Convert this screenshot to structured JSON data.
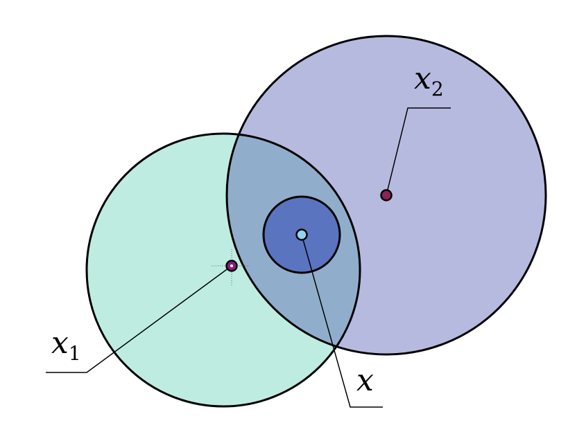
{
  "labels": {
    "x1": {
      "base": "x",
      "sub": "1"
    },
    "x2": {
      "base": "x",
      "sub": "2"
    },
    "x": {
      "base": "x"
    }
  },
  "colors": {
    "circle_x1_fill": "#bfece0",
    "circle_x2_fill": "#b7badf",
    "overlap_fill": "#90aecb",
    "inner_circle_fill": "#5a74c0",
    "point_x_fill": "#8ed6ec",
    "point_x1_fill": "#8a1c7c",
    "point_x2_fill": "#8a2356",
    "stroke": "#000000"
  }
}
